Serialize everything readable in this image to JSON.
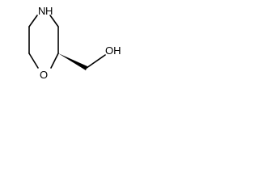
{
  "molecule": {
    "atoms": {
      "nitrogen": "N",
      "nitrogen_hydrogen": "H",
      "oxygen_ring": "O",
      "hydroxyl": "OH"
    },
    "colors": {
      "bond": "#000000",
      "label": "#000000",
      "background": "#ffffff"
    }
  }
}
